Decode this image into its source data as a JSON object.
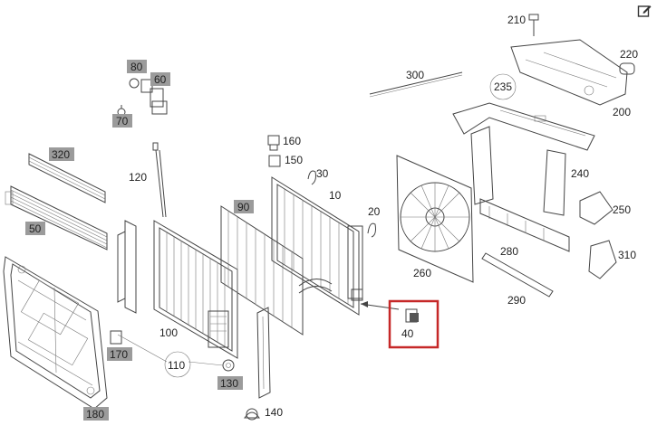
{
  "part_numbers": {
    "p10": "10",
    "p20": "20",
    "p30": "30",
    "p40": "40",
    "p50": "50",
    "p60": "60",
    "p70": "70",
    "p80": "80",
    "p90": "90",
    "p100": "100",
    "p110": "110",
    "p120": "120",
    "p130": "130",
    "p140": "140",
    "p150": "150",
    "p160": "160",
    "p170": "170",
    "p180": "180",
    "p200": "200",
    "p210": "210",
    "p220": "220",
    "p235": "235",
    "p240": "240",
    "p250": "250",
    "p260": "260",
    "p280": "280",
    "p290": "290",
    "p300": "300",
    "p310": "310",
    "p320": "320"
  },
  "colors": {
    "tag_bg": "#9b9b9b",
    "highlight": "#c62828",
    "line": "#444444"
  },
  "toolbar": {
    "edit_icon": "edit-icon"
  }
}
